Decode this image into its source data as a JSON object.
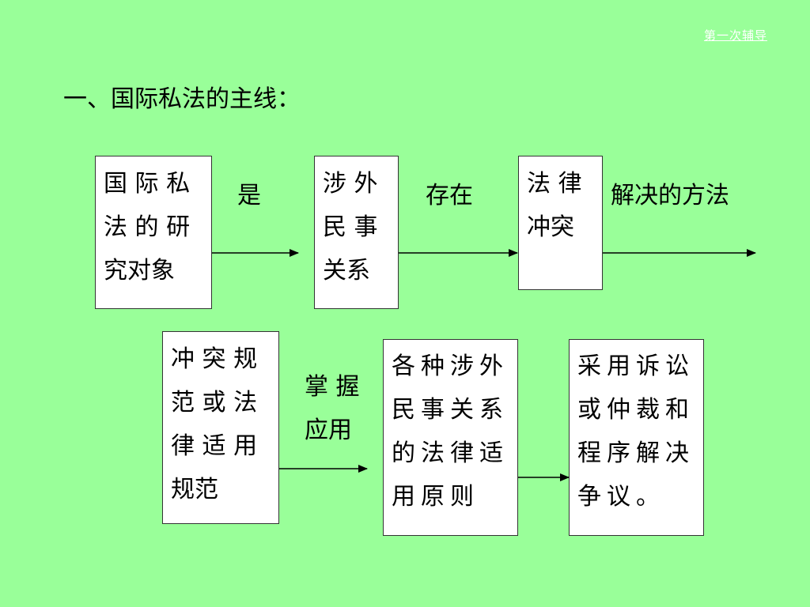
{
  "nav": {
    "link_text": "第一次辅导"
  },
  "title": "一、国际私法的主线：",
  "row1": {
    "box1": "国 际 私\n法 的 研\n究对象",
    "label1": "是",
    "box2": "涉 外\n民 事\n关系",
    "label2": "存在",
    "box3": "法 律\n冲突",
    "label3": "解决的方法"
  },
  "row2": {
    "box1": "冲 突 规\n范 或 法\n律 适 用\n规范",
    "label1": "掌 握\n应用",
    "box2": "各种涉外\n民事关系\n的法律适\n用原则",
    "box3": "采用诉讼\n或仲裁和\n程序解决\n争议。"
  },
  "colors": {
    "background": "#99ff99",
    "box_fill": "#ffffff",
    "stroke": "#000000"
  }
}
